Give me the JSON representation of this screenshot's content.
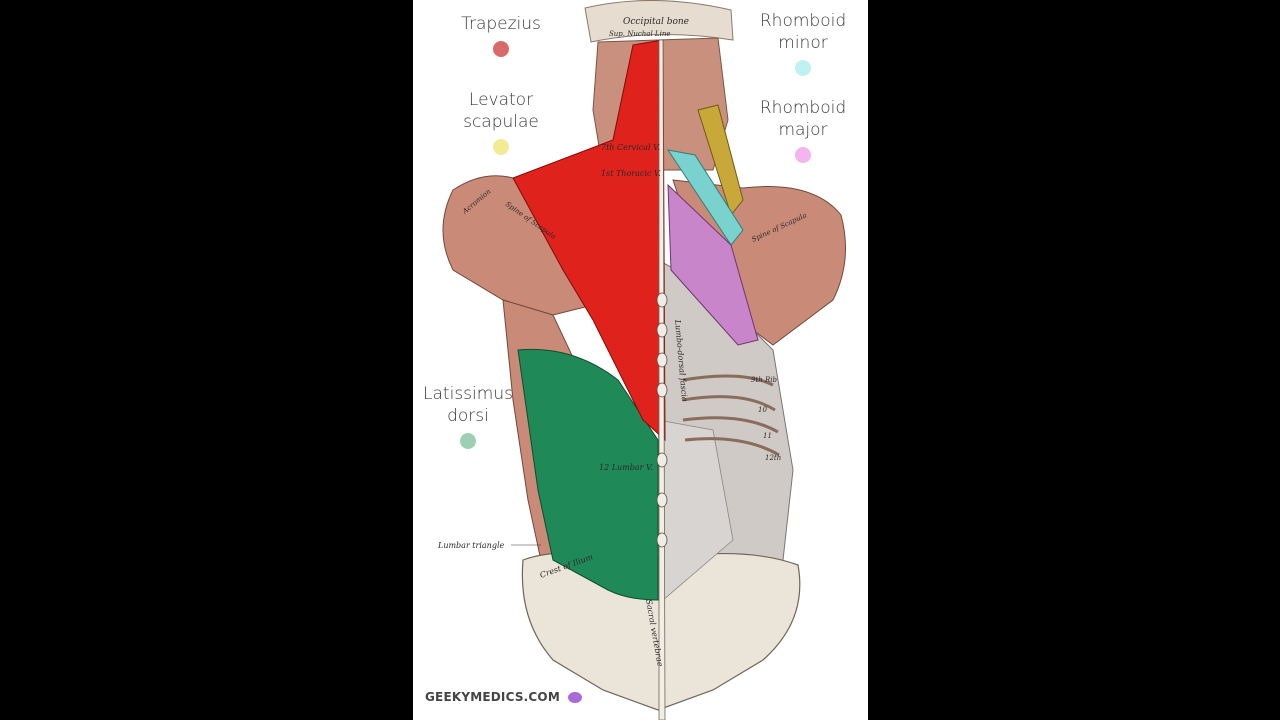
{
  "legend": [
    {
      "label": "Trapezius",
      "color": "#d86a6a"
    },
    {
      "label": "Levator\nscapulae",
      "color": "#f3ea94"
    },
    {
      "label": "Latissimus\ndorsi",
      "color": "#9ccfb4"
    },
    {
      "label": "Rhomboid\nminor",
      "color": "#bff1f1"
    },
    {
      "label": "Rhomboid\nmajor",
      "color": "#f2b5ee"
    }
  ],
  "annotations": {
    "occipital_bone": "Occipital bone",
    "superior_nuchal_line": "Sup. Nuchal Line",
    "cervical_v": "7th Cervical V.",
    "thoracic_v": "1st Thoracic V.",
    "acromion": "Acromion",
    "spine_of_scapula_left": "Spine of Scapula",
    "spine_of_scapula_right": "Spine of Scapula",
    "lumbar_v": "12 Lumbar V.",
    "lumbar_triangle": "Lumbar triangle",
    "crest_of_ilium": "Crest of Ilium",
    "sacral_vertebrae": "Sacral vertebrae",
    "lumbo_dorsal_fascia": "Lumbo-dorsal fascia",
    "rib_9": "9th Rib",
    "rib_10": "10",
    "rib_11": "11",
    "rib_12": "12th"
  },
  "watermark": "GEEKYMEDICS.COM",
  "colors": {
    "trapezius": "#e0221c",
    "latissimus": "#1f8a58",
    "levator": "#c9a83a",
    "rhomboid_minor": "#7ad2cf",
    "rhomboid_major": "#c985c9",
    "muscle": "#c98b78",
    "bone": "#ece5da"
  }
}
